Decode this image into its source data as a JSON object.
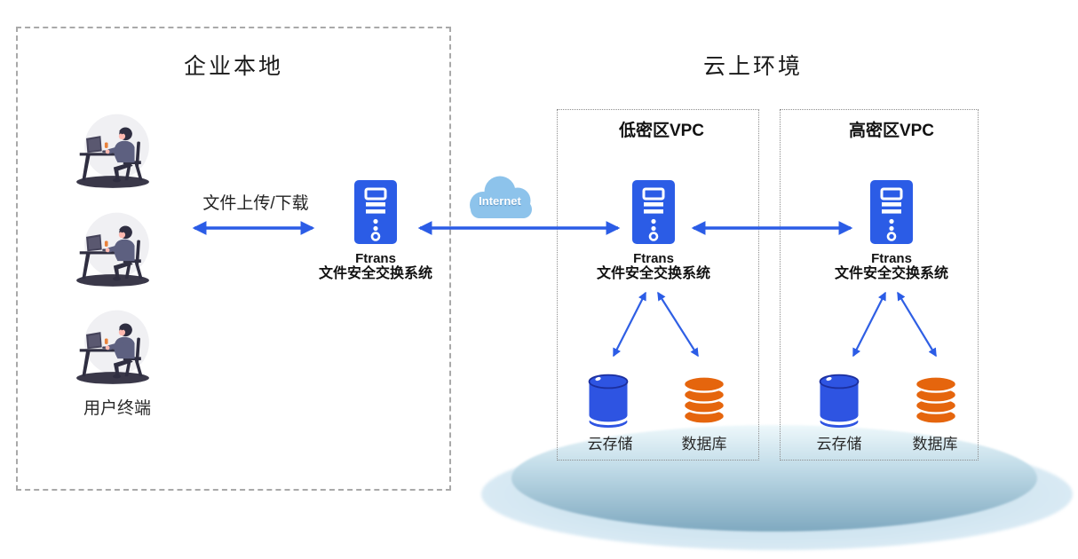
{
  "local_zone": {
    "title": "企业本地",
    "transfer_arrow_label": "文件上传/下载",
    "users_label": "用户终端",
    "server": {
      "name": "Ftrans",
      "subtitle": "文件安全交换系统"
    }
  },
  "internet": {
    "label": "Internet"
  },
  "cloud_zone": {
    "title": "云上环境",
    "vpcs": [
      {
        "title": "低密区VPC",
        "server": {
          "name": "Ftrans",
          "subtitle": "文件安全交换系统"
        },
        "storage_label": "云存储",
        "database_label": "数据库"
      },
      {
        "title": "高密区VPC",
        "server": {
          "name": "Ftrans",
          "subtitle": "文件安全交换系统"
        },
        "storage_label": "云存储",
        "database_label": "数据库"
      }
    ]
  },
  "colors": {
    "arrow_blue": "#2b5ce6",
    "server_blue": "#2b5ce6",
    "storage_blue": "#2e54e2",
    "database_orange": "#e5650d",
    "cloud_icon_blue": "#8dc3eb",
    "platform_outer_blue": "#d2e6f1",
    "platform_inner_blue": "#7fa9c0",
    "dashed_border_gray": "#a9a9a9"
  }
}
